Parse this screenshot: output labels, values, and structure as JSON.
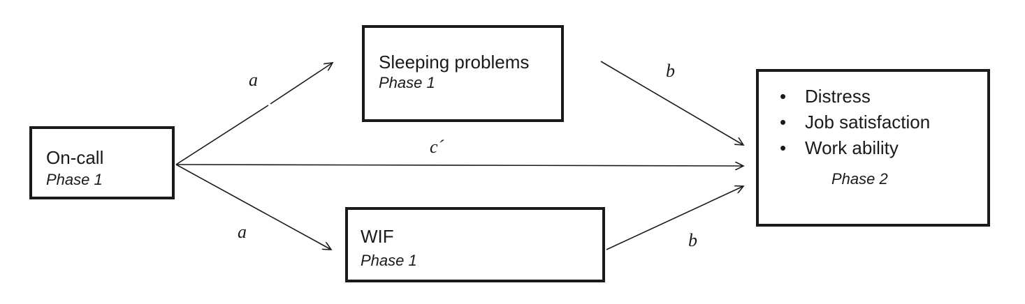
{
  "nodes": {
    "oncall": {
      "title": "On-call",
      "phase": "Phase 1"
    },
    "sleep": {
      "title": "Sleeping problems",
      "phase": "Phase 1"
    },
    "wif": {
      "title": "WIF",
      "phase": "Phase 1"
    },
    "outcomes": {
      "items": [
        "Distress",
        "Job satisfaction",
        "Work ability"
      ],
      "bullet": "•",
      "phase": "Phase 2"
    }
  },
  "paths": {
    "a_upper": "a",
    "a_lower": "a",
    "b_upper": "b",
    "b_lower": "b",
    "c_prime": "c´"
  }
}
